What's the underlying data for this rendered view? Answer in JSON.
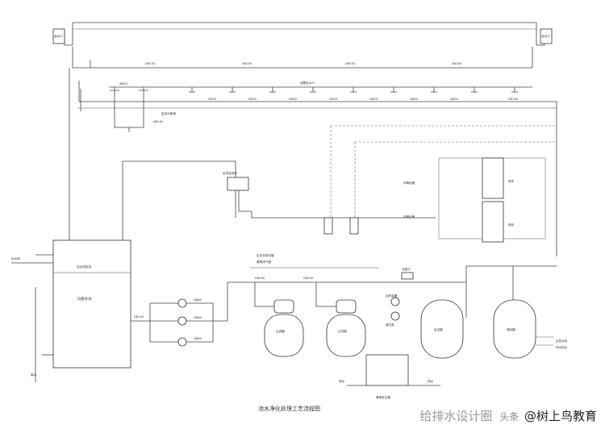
{
  "caption": "池水净化处理工艺流程图",
  "watermark": {
    "faded": "给排水设计圈",
    "prefix": "头条",
    "handle": "@树上鸟教育"
  },
  "labels": {
    "overflow_top_left": "溢水口",
    "overflow_top_right": "溢水口",
    "drain": "泄水口",
    "return_inlets": "池壁给水口",
    "drain_pipe": "溢流水管道",
    "balance_tank": "均衡水池",
    "overflow_channel": "溢水回收池",
    "make_up_valve": "补水阀",
    "waste_left": "废水",
    "water_quality_monitor": "水质监测仪",
    "disinfection_left": "消毒设备",
    "disinfection_right": "消毒设备",
    "heat_exchanger": "换热",
    "filter_1": "过滤器",
    "filter_2": "过滤器",
    "tank_3": "反应罐",
    "tank_4": "储存罐",
    "ozone_generator": "臭氧发生器",
    "dosing": "加药装置",
    "meter": "流量计",
    "booster_pump": "增压泵",
    "to_drain_1": "排水",
    "to_drain_2": "排水",
    "backwash_line": "反冲洗排水管",
    "backwash_line_2": "臭氧排气管",
    "right_note_1": "至热水机",
    "right_note_2": "热水回水",
    "ozone_tray_label": "臭氧发生器"
  },
  "pipe_sizes": {
    "main_top": "DN100",
    "return_1": "DN50",
    "return_2": "DN50",
    "return_3": "DN50",
    "return_4": "DN50",
    "return_5": "DN50",
    "return_6": "DN50",
    "return_7": "DN50",
    "return_8": "DN100",
    "drain_size": "DN100",
    "pump_1": "DN65",
    "pump_2": "DN65",
    "pump_3": "DN65",
    "pump_in": "DN100",
    "filter_header": "DN100",
    "filter_header_2": "DN100"
  },
  "colors": {
    "line": "#444444",
    "background": "#ffffff"
  }
}
